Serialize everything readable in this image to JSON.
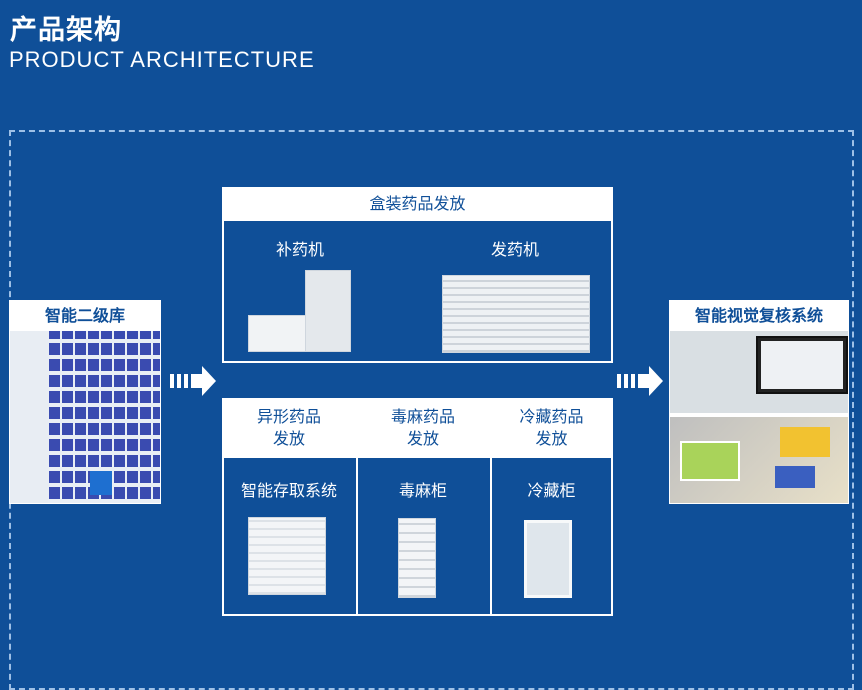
{
  "header": {
    "title": "产品架构",
    "subtitle": "PRODUCT ARCHITECTURE"
  },
  "left": {
    "title": "智能二级库"
  },
  "right": {
    "title": "智能视觉复核系统"
  },
  "boxed": {
    "title": "盒装药品发放",
    "items": [
      {
        "label": "补药机"
      },
      {
        "label": "发药机"
      }
    ]
  },
  "special": {
    "columns": [
      {
        "title": "异形药品\n发放",
        "line1": "异形药品",
        "line2": "发放",
        "device": "智能存取系统"
      },
      {
        "line1": "毒麻药品",
        "line2": "发放",
        "device": "毒麻柜"
      },
      {
        "line1": "冷藏药品",
        "line2": "发放",
        "device": "冷藏柜"
      }
    ]
  },
  "colors": {
    "background": "#0f4f98",
    "accent": "#ffffff"
  }
}
